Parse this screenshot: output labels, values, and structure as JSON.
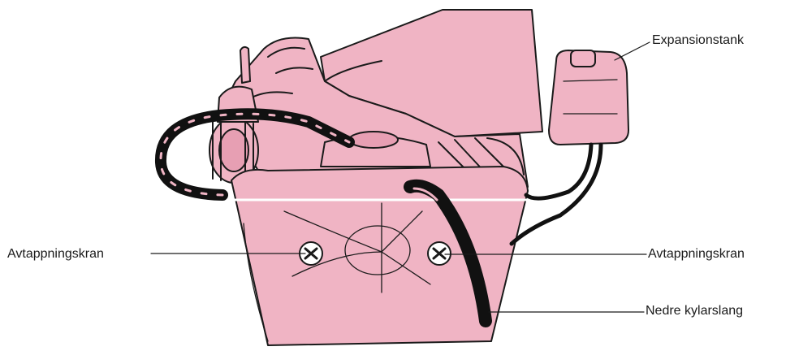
{
  "labels": {
    "expansion_tank": "Expansionstank",
    "drain_valve_left": "Avtappningskran",
    "drain_valve_right": "Avtappningskran",
    "lower_radiator_hose": "Nedre kylarslang"
  },
  "colors": {
    "body_fill": "#f0b4c4",
    "body_shade": "#e79fb3",
    "outline": "#1a1a1a",
    "hose": "#111111",
    "background": "#ffffff"
  }
}
